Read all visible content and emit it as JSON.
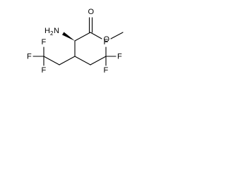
{
  "structure": {
    "atoms": {
      "nitrogen": "H",
      "nitrogen_sub": "2",
      "nitrogen_letter": "N",
      "carbonyl_oxygen": "O",
      "ester_oxygen": "O",
      "fluorine": "F"
    }
  }
}
